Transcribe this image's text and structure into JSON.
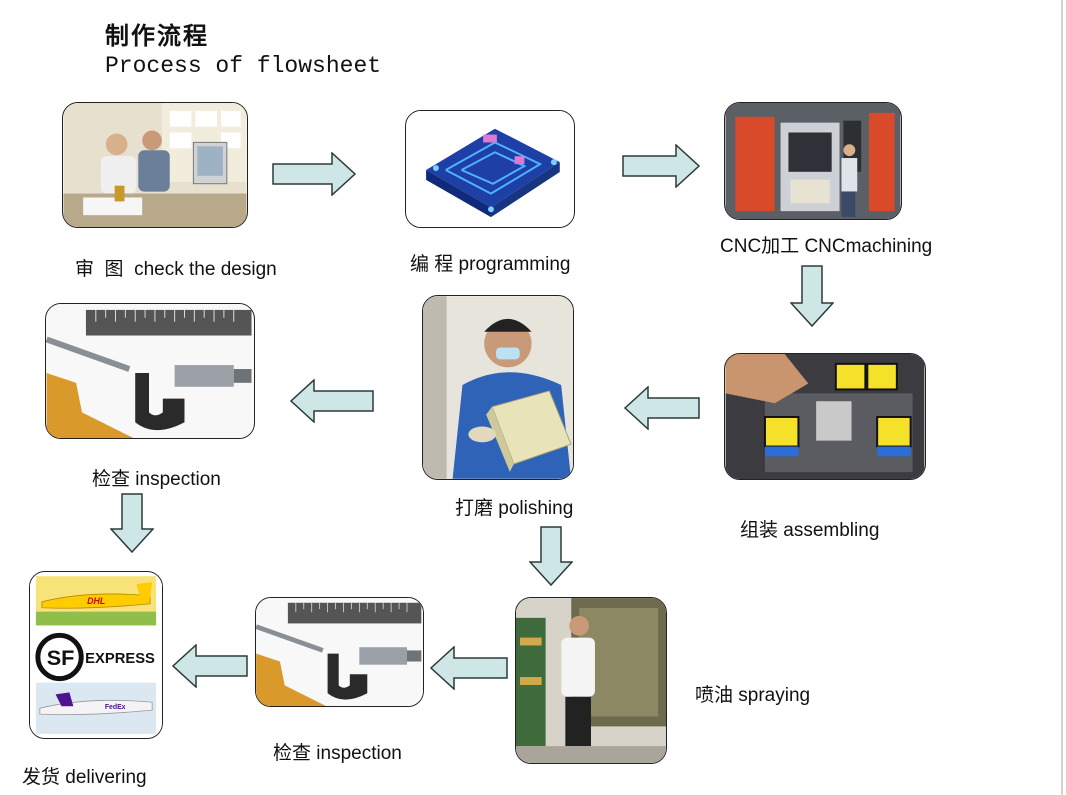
{
  "title": {
    "zh": "制作流程",
    "en": "Process of flowsheet"
  },
  "steps": {
    "check_design": {
      "label": "审  图  check the design"
    },
    "programming": {
      "label": "编 程 programming"
    },
    "cnc": {
      "label": "CNC加工 CNCmachining"
    },
    "assembling": {
      "label": "组装 assembling"
    },
    "polishing": {
      "label": "打磨 polishing"
    },
    "inspection1": {
      "label": "检查 inspection"
    },
    "spraying": {
      "label": "喷油 spraying"
    },
    "inspection2": {
      "label": "检查 inspection"
    },
    "delivering": {
      "label": "发货 delivering"
    }
  },
  "logos": {
    "dhl": "DHL",
    "sf": "SF",
    "express": "EXPRESS",
    "fedex": "FedEx"
  },
  "colors": {
    "arrow_fill": "#cfe6e6",
    "arrow_stroke": "#2b3a3a",
    "border": "#222222"
  }
}
